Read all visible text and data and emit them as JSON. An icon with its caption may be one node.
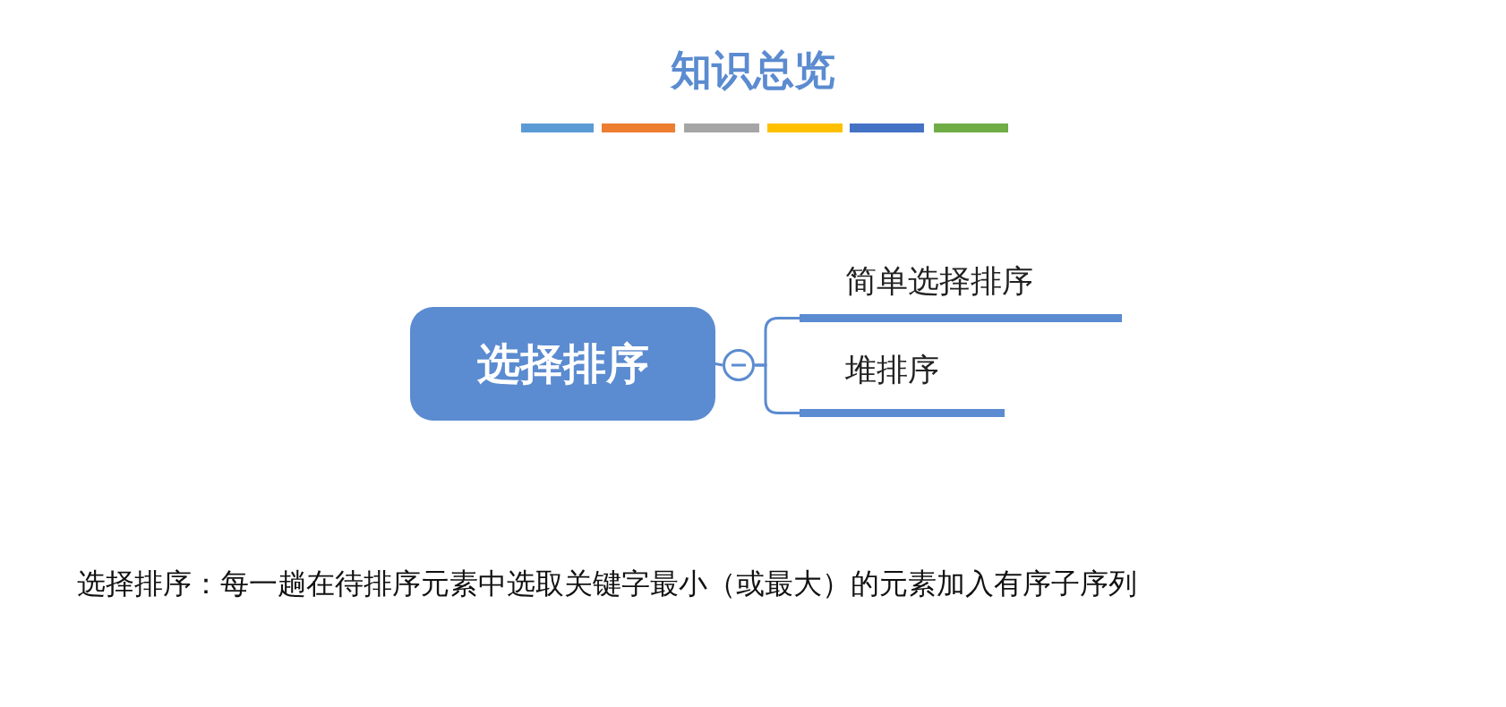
{
  "diagram": {
    "title": "知识总览",
    "nodes": [
      {
        "text": [
          "选择排序"
        ]
      },
      {
        "text": [],
        "shape": "circle"
      },
      {
        "text": [
          "简单选择排序"
        ]
      },
      {
        "text": [
          "堆排序"
        ]
      }
    ],
    "edges": [
      {
        "from": 0,
        "to": 1,
        "arrow": "none"
      },
      {
        "from": 1,
        "to": 2,
        "arrow": "none"
      },
      {
        "from": 1,
        "to": 3,
        "arrow": "none"
      }
    ],
    "labels": [
      "选择排序：每一趟在待排序元素中选取关键字最小（或最大）的元素加入有序子序列"
    ]
  }
}
